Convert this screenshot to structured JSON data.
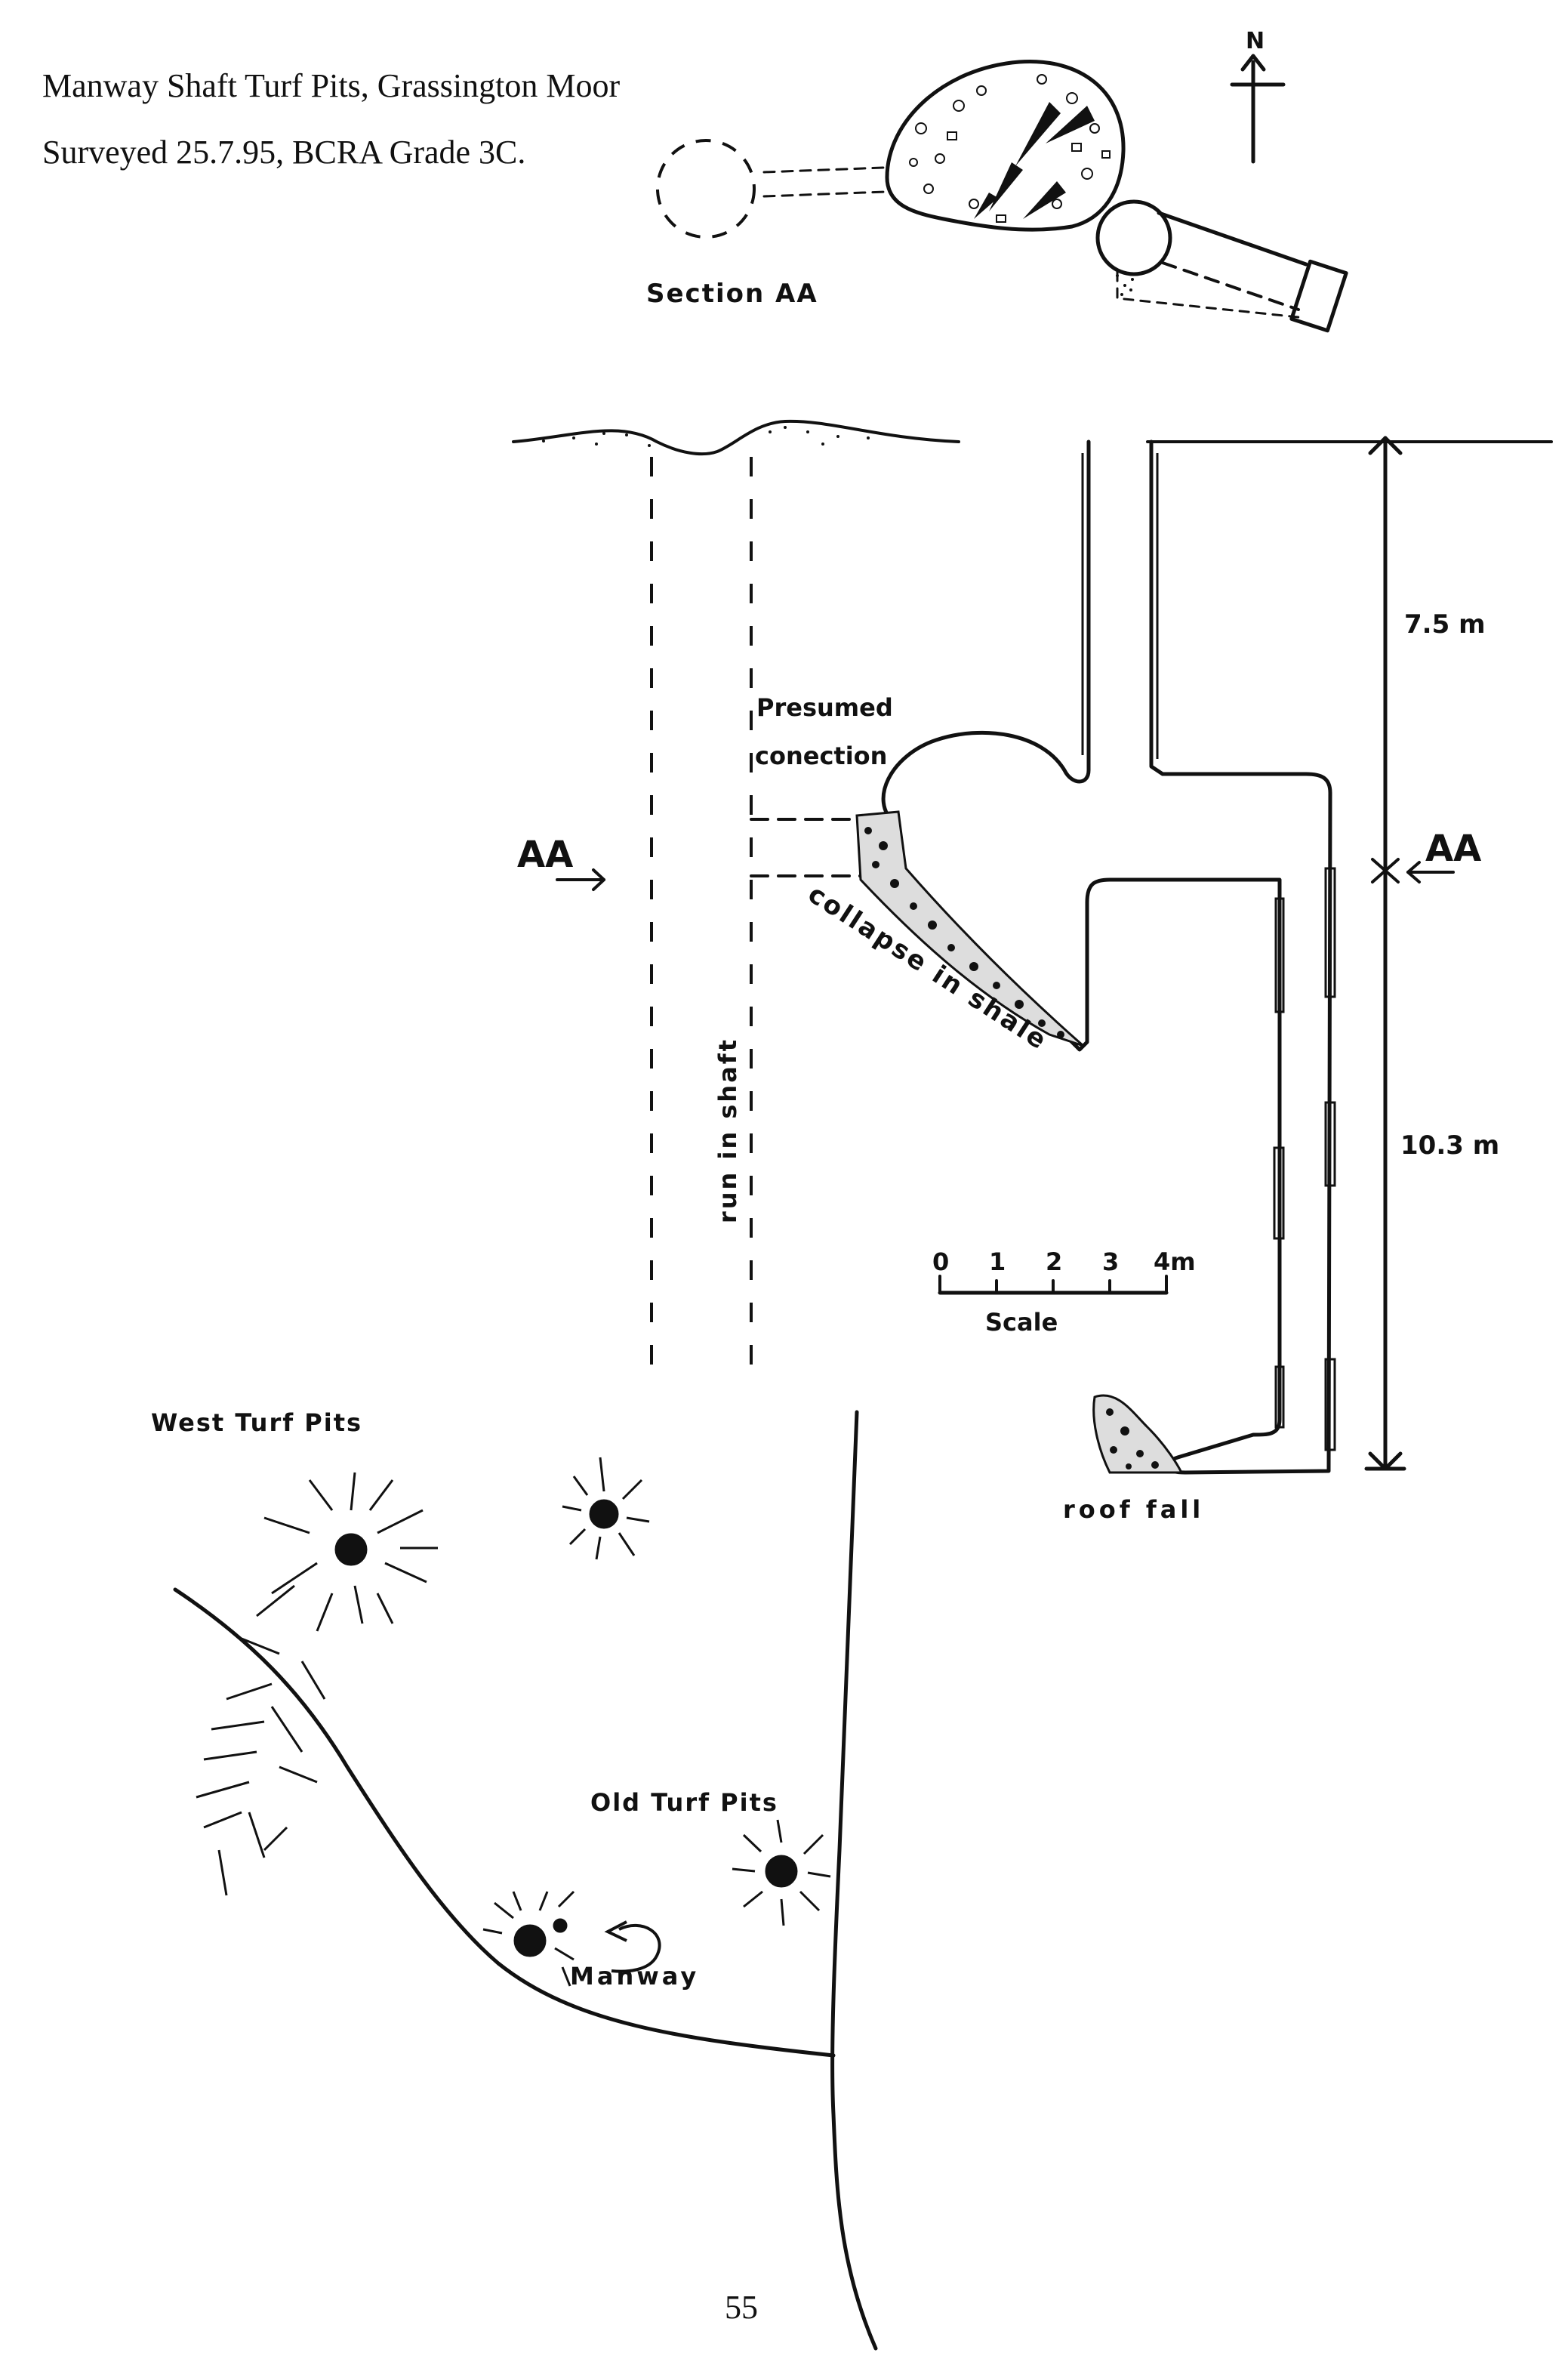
{
  "title": {
    "line1": "Manway Shaft Turf Pits, Grassington Moor",
    "line2": "Surveyed 25.7.95, BCRA Grade 3C."
  },
  "north": {
    "label": "N"
  },
  "section_view": {
    "label": "Section AA"
  },
  "elevation": {
    "section_marker_left": "AA",
    "section_marker_right": "AA",
    "labels": {
      "presumed_line1": "Presumed",
      "presumed_line2": "conection",
      "collapse": "collapse in shale",
      "run_in_shaft": "run in shaft",
      "roof_fall": "roof fall"
    },
    "dimensions": {
      "upper": "7.5 m",
      "lower": "10.3 m"
    }
  },
  "scale": {
    "ticks": [
      "0",
      "1",
      "2",
      "3",
      "4m"
    ],
    "label": "Scale"
  },
  "map": {
    "labels": {
      "west_turf_pits": "West Turf Pits",
      "old_turf_pits": "Old Turf Pits",
      "manway": "Manway"
    }
  },
  "page_number": "55"
}
